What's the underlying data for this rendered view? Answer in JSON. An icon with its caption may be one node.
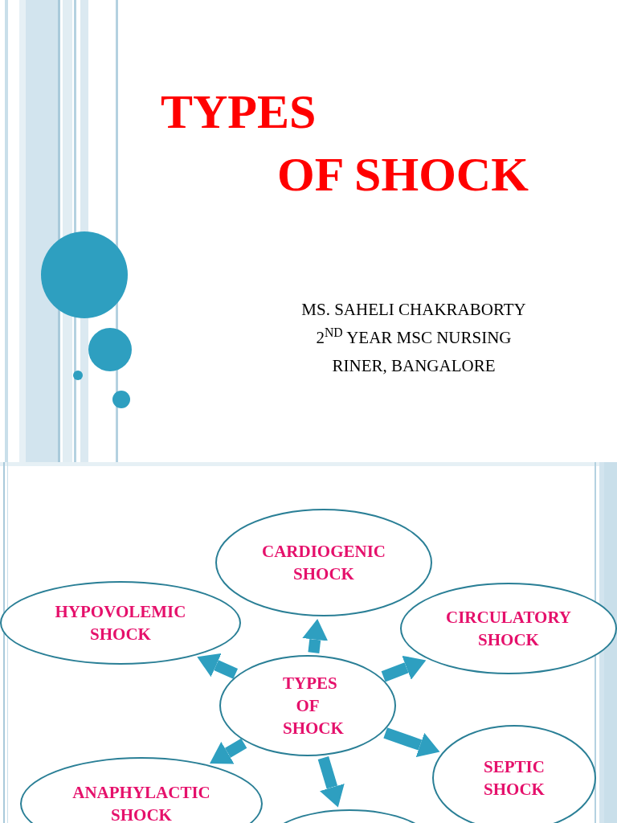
{
  "diagram": {
    "title": "TYPES OF SHOCK",
    "nodes": [
      {
        "text": [
          "CARDIOGENIC SHOCK"
        ]
      },
      {
        "text": [
          "HYPOVOLEMIC SHOCK"
        ]
      },
      {
        "text": [
          "CIRCULATORY SHOCK"
        ]
      },
      {
        "text": [
          "TYPES OF SHOCK"
        ]
      },
      {
        "text": [
          "ANAPHYLACTIC SHOCK"
        ]
      },
      {
        "text": [
          "SEPTIC SHOCK"
        ]
      },
      {
        "text": [],
        "shape": "ellipse"
      }
    ],
    "edges": [
      {
        "from": 3,
        "to": 0,
        "arrow": "to"
      },
      {
        "from": 3,
        "to": 1,
        "arrow": "to"
      },
      {
        "from": 3,
        "to": 2,
        "arrow": "to"
      },
      {
        "from": 3,
        "to": 4,
        "arrow": "to"
      },
      {
        "from": 3,
        "to": 5,
        "arrow": "to"
      },
      {
        "from": 3,
        "to": 6,
        "arrow": "to"
      }
    ],
    "labels": [
      "MS. SAHELI CHAKRABORTY",
      "2$^{ND}$ YEAR MSC NURSING",
      "RINER, BANGALORE"
    ]
  }
}
